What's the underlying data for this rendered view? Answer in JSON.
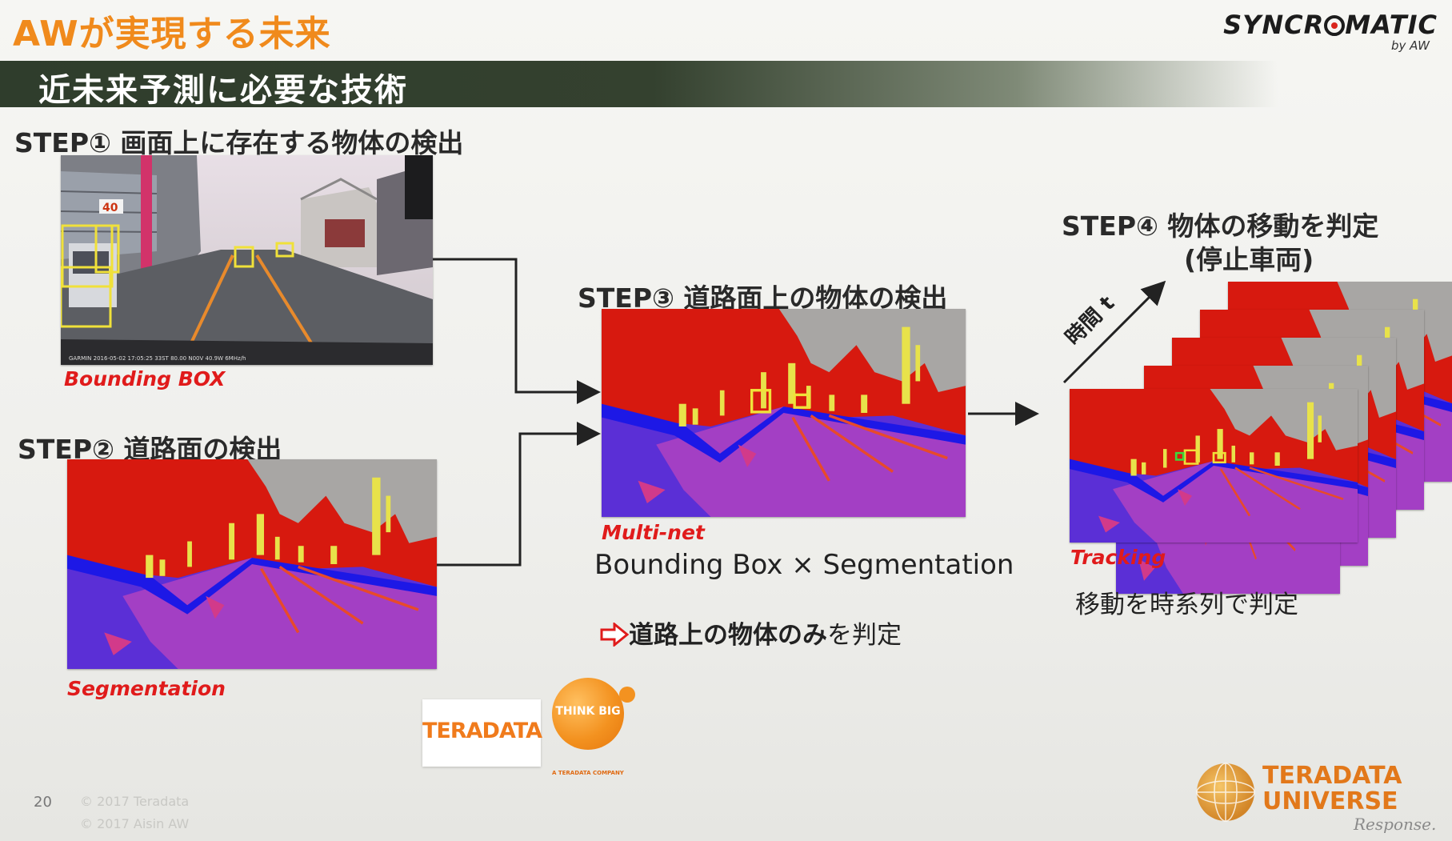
{
  "header": {
    "title": "AWが実現する未来",
    "logo_main_left": "SYNCR",
    "logo_main_right": "MATIC",
    "logo_sub": "by AW",
    "subtitle": "近未来予測に必要な技術"
  },
  "step1": {
    "label": "STEP① 画面上に存在する物体の検出",
    "caption": "Bounding BOX",
    "dashcam_overlay": "GARMIN 2016-05-02 17:05:25 33ST 80.00 N00V 40.9W 6MHz/h"
  },
  "step2": {
    "label": "STEP② 道路面の検出",
    "caption": "Segmentation"
  },
  "step3": {
    "label": "STEP③ 道路面上の物体の検出",
    "caption": "Multi-net",
    "formula": "Bounding Box × Segmentation",
    "result_bold": "道路上の物体のみ",
    "result_rest": "を判定"
  },
  "step4": {
    "label_line1": "STEP④ 物体の移動を判定",
    "label_line2": "(停止車両)",
    "time_axis": "時間 t",
    "caption": "Tracking",
    "description": "移動を時系列で判定"
  },
  "partners": {
    "teradata": "TERADATA",
    "thinkbig": "THINK BIG",
    "thinkbig_sub": "A TERADATA COMPANY"
  },
  "footer": {
    "page_number": "20",
    "copyright1": "© 2017 Teradata",
    "copyright2": "© 2017 Aisin AW",
    "universe_line1": "TERADATA",
    "universe_line2": "UNIVERSE",
    "watermark": "Response."
  },
  "colors": {
    "title_orange": "#f08a1c",
    "caption_red": "#e01b1b",
    "seg_building": "#d7190f",
    "seg_sky": "#a8a6a4",
    "seg_road": "#a33fc4",
    "seg_sidewalk": "#5b2fd6",
    "seg_curb": "#1d18e6",
    "seg_object": "#e8e24a"
  }
}
